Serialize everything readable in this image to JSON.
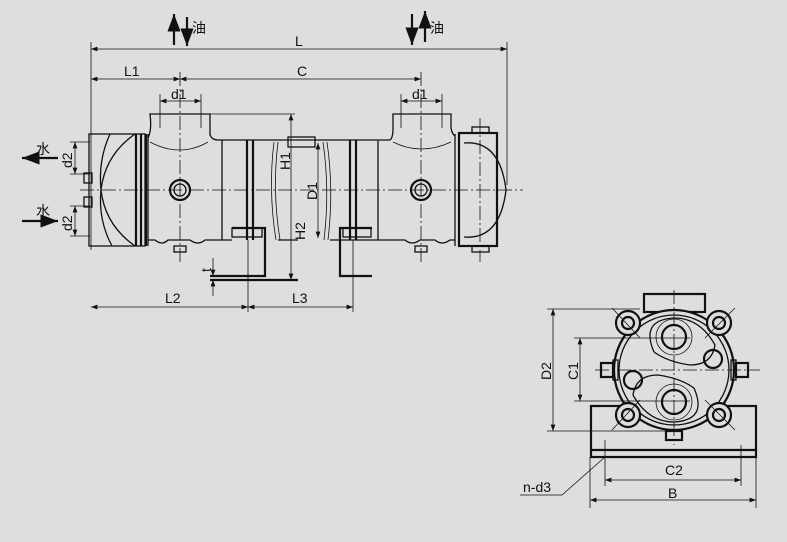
{
  "title": "Shell-and-tube oil cooler dimensional drawing",
  "labels": {
    "oil": "油",
    "water": "水",
    "L": "L",
    "L1": "L1",
    "C": "C",
    "d1": "d1",
    "d2": "d2",
    "H1": "H1",
    "D1": "D1",
    "H2": "H2",
    "t": "t",
    "L2": "L2",
    "L3": "L3",
    "D2": "D2",
    "C1": "C1",
    "C2": "C2",
    "B": "B",
    "n_d3": "n-d3"
  }
}
